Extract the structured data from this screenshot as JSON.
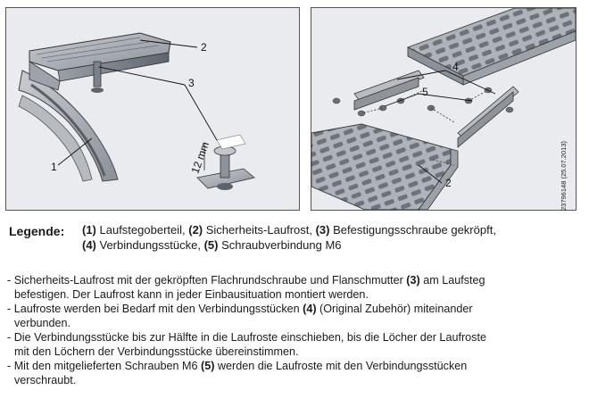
{
  "figure": {
    "left_callouts": {
      "c1": "1",
      "c2": "2",
      "c3": "3",
      "dimension": "12 mm"
    },
    "right_callouts": {
      "c2": "2",
      "c4": "4",
      "c5": "5"
    },
    "reference": "23796148 (25.07.2013)"
  },
  "legend": {
    "label": "Legende:",
    "line1": [
      {
        "text": "(1)",
        "bold": true
      },
      {
        "text": " Laufstegoberteil, ",
        "bold": false
      },
      {
        "text": "(2)",
        "bold": true
      },
      {
        "text": " Sicherheits-Laufrost, ",
        "bold": false
      },
      {
        "text": "(3)",
        "bold": true
      },
      {
        "text": " Befestigungsschraube gekröpft,",
        "bold": false
      }
    ],
    "line2": [
      {
        "text": "(4)",
        "bold": true
      },
      {
        "text": " Verbindungsstücke, ",
        "bold": false
      },
      {
        "text": "(5)",
        "bold": true
      },
      {
        "text": " Schraubverbindung M6",
        "bold": false
      }
    ]
  },
  "notes": [
    {
      "lines": [
        [
          {
            "text": "- Sicherheits-Laufrost mit der gekröpften Flachrundschraube und Flanschmutter ",
            "bold": false
          },
          {
            "text": "(3)",
            "bold": true
          },
          {
            "text": " am Laufsteg",
            "bold": false
          }
        ],
        [
          {
            "text": "befestigen. Der Laufrost kann in jeder Einbausituation montiert werden.",
            "bold": false
          }
        ]
      ]
    },
    {
      "lines": [
        [
          {
            "text": "- Laufroste werden bei Bedarf mit den Verbindungsstücken ",
            "bold": false
          },
          {
            "text": "(4)",
            "bold": true
          },
          {
            "text": " (Original Zubehör) miteinander",
            "bold": false
          }
        ],
        [
          {
            "text": "verbunden.",
            "bold": false
          }
        ]
      ]
    },
    {
      "lines": [
        [
          {
            "text": "- Die Verbindungsstücke bis zur Hälfte in die Laufroste einschieben, bis die Löcher der Laufroste",
            "bold": false
          }
        ],
        [
          {
            "text": "mit den Löchern der Verbindungsstücke übereinstimmen.",
            "bold": false
          }
        ]
      ]
    },
    {
      "lines": [
        [
          {
            "text": "- Mit den mitgelieferten Schrauben M6 ",
            "bold": false
          },
          {
            "text": "(5)",
            "bold": true
          },
          {
            "text": " werden die Laufroste mit den Verbindungsstücken",
            "bold": false
          }
        ],
        [
          {
            "text": "verschraubt.",
            "bold": false
          }
        ]
      ]
    }
  ]
}
